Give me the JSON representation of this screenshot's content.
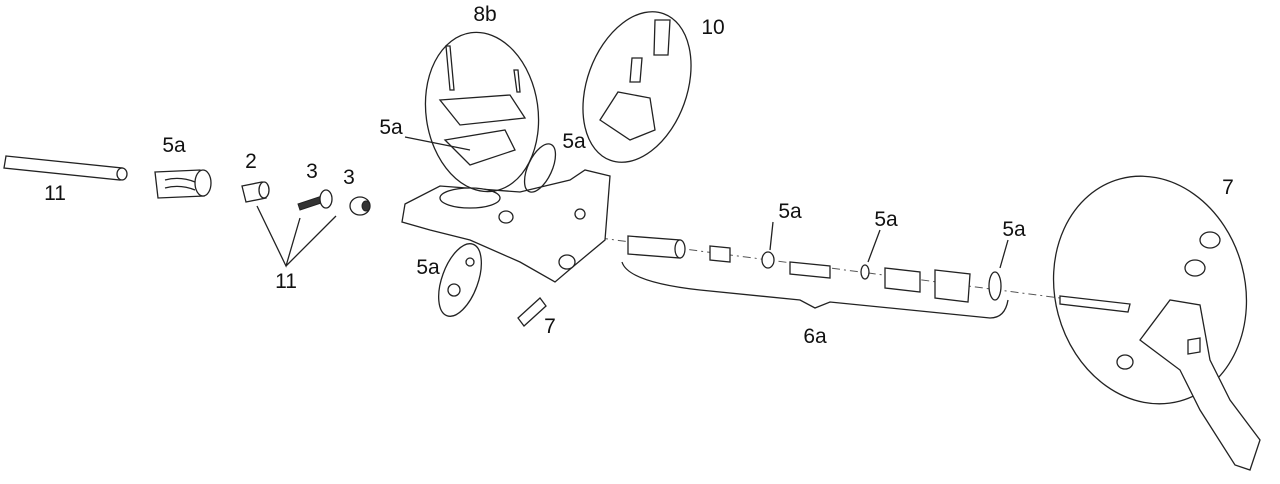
{
  "title": "Brake lever exploded parts diagram",
  "labels": {
    "l_8b": "8b",
    "l_10": "10",
    "l_5a_a": "5a",
    "l_11_a": "11",
    "l_2": "2",
    "l_3_a": "3",
    "l_3_b": "3",
    "l_11_b": "11",
    "l_5a_b": "5a",
    "l_5a_c": "5a",
    "l_5a_d": "5a",
    "l_7_a": "7",
    "l_5a_e": "5a",
    "l_5a_f": "5a",
    "l_5a_g": "5a",
    "l_6a": "6a",
    "l_7_b": "7"
  }
}
